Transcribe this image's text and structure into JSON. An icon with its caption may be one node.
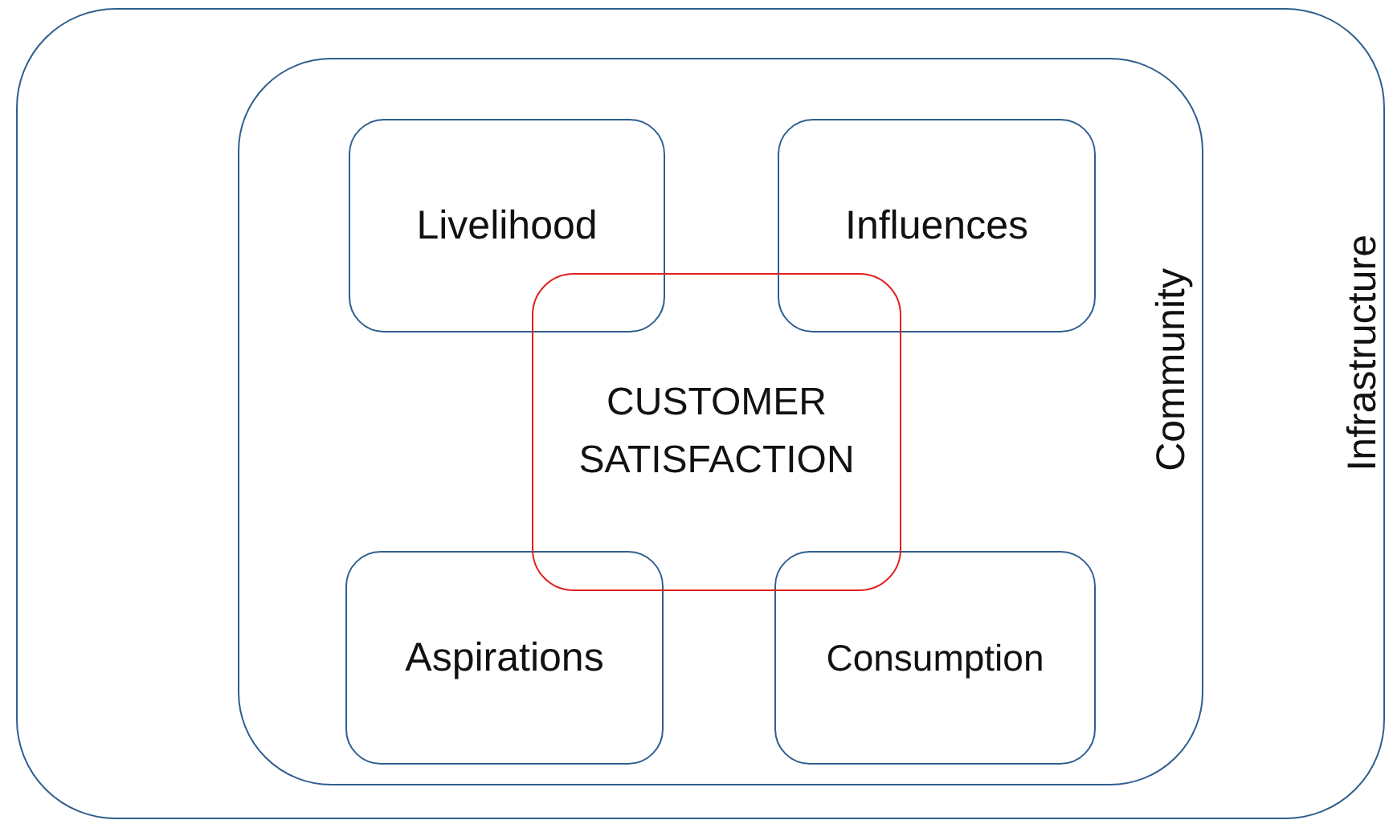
{
  "diagram": {
    "nodes": [
      {
        "text": [
          "Infrastructure"
        ]
      },
      {
        "text": [
          "Community"
        ],
        "in": 0
      },
      {
        "text": [
          "Livelihood"
        ],
        "in": 1
      },
      {
        "text": [
          "Influences"
        ],
        "in": 1
      },
      {
        "text": [
          "CUSTOMER SATISFACTION"
        ],
        "in": 1
      },
      {
        "text": [
          "Aspirations"
        ],
        "in": 1
      },
      {
        "text": [
          "Consumption"
        ],
        "in": 1
      }
    ]
  }
}
